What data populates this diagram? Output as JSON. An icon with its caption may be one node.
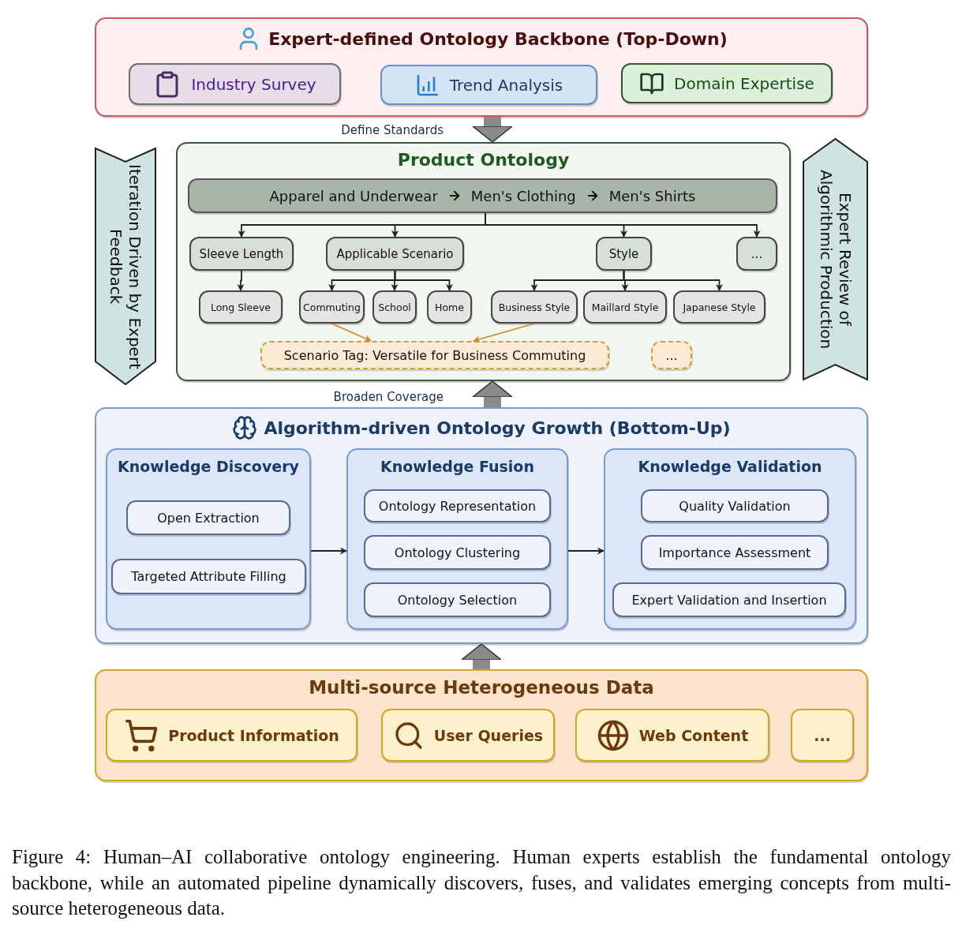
{
  "diagram": {
    "caption": "Figure 4: Human–AI collaborative ontology engineering. Human experts establish the fundamental ontology backbone, while an automated pipeline dynamically discovers, fuses, and validates emerging concepts from multi-source heterogeneous data.",
    "nodes": [
      {
        "text": [
          "Expert-defined Ontology Backbone (Top-Down)"
        ]
      },
      {
        "text": [
          "Industry Survey"
        ],
        "in": 0
      },
      {
        "text": [
          "Trend Analysis"
        ],
        "in": 0
      },
      {
        "text": [
          "Domain Expertise"
        ],
        "in": 0
      },
      {
        "text": [
          "Product Ontology"
        ]
      },
      {
        "text": [
          "Apparel and Underwear",
          "Men's Clothing",
          "Men's Shirts"
        ],
        "in": 4
      },
      {
        "text": [
          "Sleeve Length"
        ],
        "in": 4
      },
      {
        "text": [
          "Applicable Scenario"
        ],
        "in": 4
      },
      {
        "text": [
          "Style"
        ],
        "in": 4
      },
      {
        "text": [
          "..."
        ],
        "in": 4
      },
      {
        "text": [
          "Long Sleeve"
        ],
        "in": 4
      },
      {
        "text": [
          "Commuting"
        ],
        "in": 4
      },
      {
        "text": [
          "School"
        ],
        "in": 4
      },
      {
        "text": [
          "Home"
        ],
        "in": 4
      },
      {
        "text": [
          "Business Style"
        ],
        "in": 4
      },
      {
        "text": [
          "Maillard Style"
        ],
        "in": 4
      },
      {
        "text": [
          "Japanese Style"
        ],
        "in": 4
      },
      {
        "text": [
          "Scenario Tag: Versatile for Business Commuting"
        ],
        "in": 4
      },
      {
        "text": [
          "..."
        ],
        "in": 4
      },
      {
        "text": [
          "Iteration Driven by Expert Feedback"
        ]
      },
      {
        "text": [
          "Expert Review of Algorithmic Production"
        ]
      },
      {
        "text": [
          "Algorithm-driven Ontology Growth (Bottom-Up)"
        ]
      },
      {
        "text": [
          "Knowledge Discovery"
        ],
        "in": 21
      },
      {
        "text": [
          "Open Extraction"
        ],
        "in": 22
      },
      {
        "text": [
          "Targeted Attribute Filling"
        ],
        "in": 22
      },
      {
        "text": [
          "Knowledge Fusion"
        ],
        "in": 21
      },
      {
        "text": [
          "Ontology Representation"
        ],
        "in": 25
      },
      {
        "text": [
          "Ontology Clustering"
        ],
        "in": 25
      },
      {
        "text": [
          "Ontology Selection"
        ],
        "in": 25
      },
      {
        "text": [
          "Knowledge Validation"
        ],
        "in": 21
      },
      {
        "text": [
          "Quality Validation"
        ],
        "in": 29
      },
      {
        "text": [
          "Importance Assessment"
        ],
        "in": 29
      },
      {
        "text": [
          "Expert Validation and Insertion"
        ],
        "in": 29
      },
      {
        "text": [
          "Multi-source Heterogeneous Data"
        ]
      },
      {
        "text": [
          "Product Information"
        ],
        "in": 33
      },
      {
        "text": [
          "User Queries"
        ],
        "in": 33
      },
      {
        "text": [
          "Web Content"
        ],
        "in": 33
      },
      {
        "text": [
          "..."
        ],
        "in": 33
      }
    ],
    "edges": [
      {
        "from": 0,
        "to": 4,
        "arrow": "to",
        "label": "Define Standards",
        "style": "thick",
        "color": "#8a8a8a"
      },
      {
        "from": 21,
        "to": 4,
        "arrow": "to",
        "label": "Broaden Coverage",
        "style": "thick",
        "color": "#8a8a8a"
      },
      {
        "from": 33,
        "to": 21,
        "arrow": "to",
        "style": "thick",
        "color": "#8a8a8a"
      },
      {
        "from": 5,
        "to": 6,
        "arrow": "to"
      },
      {
        "from": 5,
        "to": 7,
        "arrow": "to"
      },
      {
        "from": 5,
        "to": 8,
        "arrow": "to"
      },
      {
        "from": 5,
        "to": 9,
        "arrow": "to"
      },
      {
        "from": 6,
        "to": 10,
        "arrow": "to"
      },
      {
        "from": 7,
        "to": 11,
        "arrow": "to"
      },
      {
        "from": 7,
        "to": 12,
        "arrow": "to"
      },
      {
        "from": 7,
        "to": 13,
        "arrow": "to"
      },
      {
        "from": 8,
        "to": 14,
        "arrow": "to"
      },
      {
        "from": 8,
        "to": 15,
        "arrow": "to"
      },
      {
        "from": 8,
        "to": 16,
        "arrow": "to"
      },
      {
        "from": 11,
        "to": 17,
        "arrow": "to",
        "color": "#d08a20"
      },
      {
        "from": 14,
        "to": 17,
        "arrow": "to",
        "color": "#d08a20"
      },
      {
        "from": 22,
        "to": 25,
        "arrow": "to"
      },
      {
        "from": 25,
        "to": 29,
        "arrow": "to"
      }
    ]
  }
}
